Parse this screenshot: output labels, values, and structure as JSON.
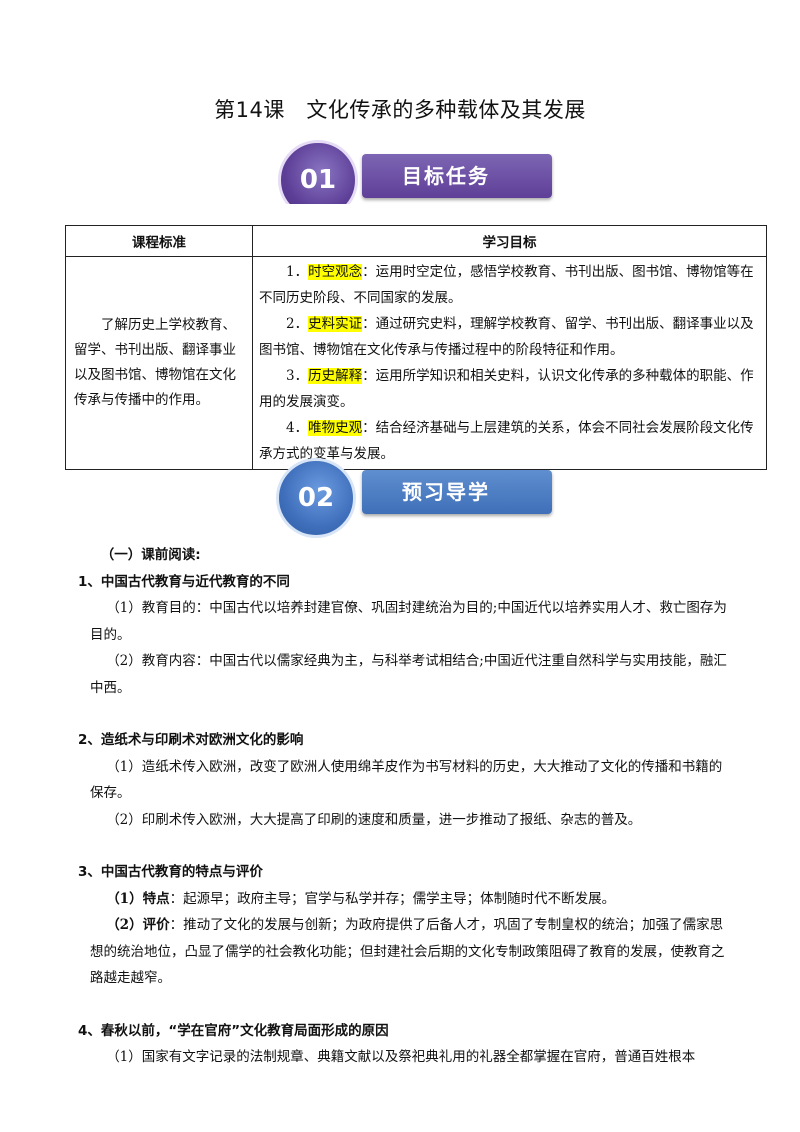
{
  "title": "第14课　文化传承的多种载体及其发展",
  "banner1": {
    "num": "01",
    "label": "目标任务"
  },
  "banner2": {
    "num": "02",
    "label": "预习导学"
  },
  "table": {
    "col1_header": "课程标准",
    "col2_header": "学习目标",
    "standard": "了解历史上学校教育、留学、书刊出版、翻译事业以及图书馆、博物馆在文化传承与传播中的作用。",
    "objectives": [
      {
        "num": "1．",
        "key": "时空观念",
        "text": "：运用时空定位，感悟学校教育、书刊出版、图书馆、博物馆等在不同历史阶段、不同国家的发展。"
      },
      {
        "num": "2．",
        "key": "史料实证",
        "text": "：通过研究史料，理解学校教育、留学、书刊出版、翻译事业以及图书馆、博物馆在文化传承与传播过程中的阶段特征和作用。"
      },
      {
        "num": "3．",
        "key": "历史解释",
        "text": "：运用所学知识和相关史料，认识文化传承的多种载体的职能、作用的发展演变。"
      },
      {
        "num": "4．",
        "key": "唯物史观",
        "text": "：结合经济基础与上层建筑的关系，体会不同社会发展阶段文化传承方式的变革与发展。"
      }
    ]
  },
  "sections": {
    "intro": "（一）课前阅读:",
    "s1": {
      "heading": "1、中国古代教育与近代教育的不同",
      "p1": "（1）教育目的：中国古代以培养封建官僚、巩固封建统治为目的;中国近代以培养实用人才、救亡图存为目的。",
      "p2": "（2）教育内容：中国古代以儒家经典为主，与科举考试相结合;中国近代注重自然科学与实用技能，融汇中西。"
    },
    "s2": {
      "heading": "2、造纸术与印刷术对欧洲文化的影响",
      "p1": "（1）造纸术传入欧洲，改变了欧洲人使用绵羊皮作为书写材料的历史，大大推动了文化的传播和书籍的保存。",
      "p2": "（2）印刷术传入欧洲，大大提高了印刷的速度和质量，进一步推动了报纸、杂志的普及。"
    },
    "s3": {
      "heading": "3、中国古代教育的特点与评价",
      "p1_key": "（1）特点",
      "p1_text": "：起源早；政府主导；官学与私学并存；儒学主导；体制随时代不断发展。",
      "p2_key": "（2）评价",
      "p2_text": "：推动了文化的发展与创新；为政府提供了后备人才，巩固了专制皇权的统治；加强了儒家思想的统治地位，凸显了儒学的社会教化功能；但封建社会后期的文化专制政策阻碍了教育的发展，使教育之路越走越窄。"
    },
    "s4": {
      "heading": "4、春秋以前，“学在官府”文化教育局面形成的原因",
      "p1": "（1）国家有文字记录的法制规章、典籍文献以及祭祀典礼用的礼器全都掌握在官府，普通百姓根本"
    }
  }
}
